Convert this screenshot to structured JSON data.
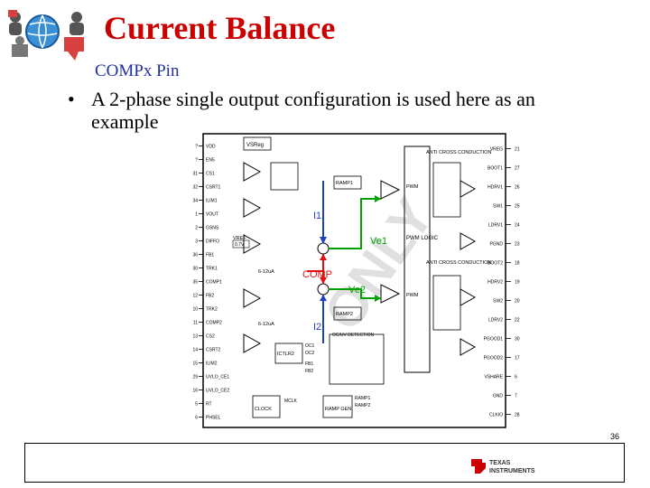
{
  "slide": {
    "title": "Current Balance",
    "subtitle": "COMPx Pin",
    "bullet": "A 2-phase single output configuration is used here as an",
    "bullet_cont": "example",
    "page_number": "36"
  },
  "diagram": {
    "watermark": "ONLY",
    "left_pins": [
      {
        "num": "?",
        "name": "VDD"
      },
      {
        "num": "?",
        "name": "EN5"
      },
      {
        "num": "31",
        "name": "CS1"
      },
      {
        "num": "32",
        "name": "CSRT1"
      },
      {
        "num": "34",
        "name": "ILIM1"
      },
      {
        "num": "1",
        "name": "VOUT"
      },
      {
        "num": "2",
        "name": "GSNS"
      },
      {
        "num": "3",
        "name": "DIFFO"
      },
      {
        "num": "36",
        "name": "FB1"
      },
      {
        "num": "30",
        "name": "TRK1"
      },
      {
        "num": "35",
        "name": "COMP1"
      },
      {
        "num": "12",
        "name": "FB2"
      },
      {
        "num": "10",
        "name": "TRK2"
      },
      {
        "num": "11",
        "name": "COMP2"
      },
      {
        "num": "13",
        "name": "CS2"
      },
      {
        "num": "14",
        "name": "CSRT2"
      },
      {
        "num": "15",
        "name": "ILIM2"
      },
      {
        "num": "29",
        "name": "UVLO_CE1"
      },
      {
        "num": "16",
        "name": "UVLO_CE2"
      },
      {
        "num": "5",
        "name": "RT"
      },
      {
        "num": "6",
        "name": "PHSEL"
      }
    ],
    "right_pins": [
      {
        "num": "21",
        "name": "VREG"
      },
      {
        "num": "27",
        "name": "BOOT1"
      },
      {
        "num": "26",
        "name": "HDRV1"
      },
      {
        "num": "25",
        "name": "SW1"
      },
      {
        "num": "24",
        "name": "LDRV1"
      },
      {
        "num": "23",
        "name": "PGND"
      },
      {
        "num": "18",
        "name": "BOOT2"
      },
      {
        "num": "19",
        "name": "HDRV2"
      },
      {
        "num": "20",
        "name": "SW2"
      },
      {
        "num": "22",
        "name": "LDRV2"
      },
      {
        "num": "30",
        "name": "PGOOD1"
      },
      {
        "num": "17",
        "name": "PGOOD2"
      },
      {
        "num": "6",
        "name": "VSHARE"
      },
      {
        "num": "7",
        "name": "GND"
      },
      {
        "num": "28",
        "name": "CLKIO"
      }
    ],
    "labels": {
      "i1": "I1",
      "i2": "I2",
      "ve1": "Ve1",
      "ve2": "Ve2",
      "comp": "COMP",
      "pwm_logic": "PWM LOGIC",
      "pwm": "PWM",
      "anti_cross": "ANTI CROSS CONDUCTION",
      "vref": "VREF",
      "v07": "0.7V",
      "current": "6-12uA",
      "ramp1": "RAMP1",
      "ramp2": "RAMP2",
      "ictlr2": "ICTLR2",
      "clock": "CLOCK",
      "ramp_gen": "RAMP GEN",
      "ocuv": "OC/UV DETECTION",
      "oc1": "OC1",
      "oc2": "OC2",
      "fb1": "FB1",
      "fb2": "FB2",
      "mclk": "MCLK",
      "vreg": "VREG",
      "vsreg": "VSReg"
    }
  },
  "footer": {
    "brand_line1": "TEXAS",
    "brand_line2": "INSTRUMENTS"
  },
  "colors": {
    "title": "#cc0000",
    "subtitle": "#2030a0",
    "green": "#00a000",
    "blue": "#2040c0",
    "red": "#e01010"
  }
}
